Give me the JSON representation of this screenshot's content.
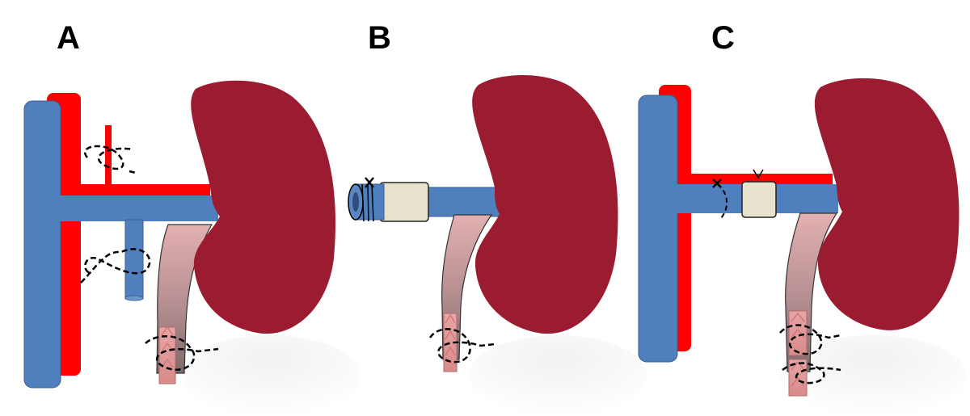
{
  "panels": [
    {
      "label": "A"
    },
    {
      "label": "B"
    },
    {
      "label": "C"
    }
  ],
  "colors": {
    "background": "#ffffff",
    "vein": "#4f7fbd",
    "vein_outline": "#3a5f94",
    "artery": "#ff0000",
    "kidney": "#9b1b30",
    "ureter_top": "#d8a4a6",
    "ureter_bottom": "#8a7474",
    "stent": "#e8a0a0",
    "cuff": "#e6e2cc",
    "suture": "#000000",
    "shadow": "#f4f4f4"
  }
}
